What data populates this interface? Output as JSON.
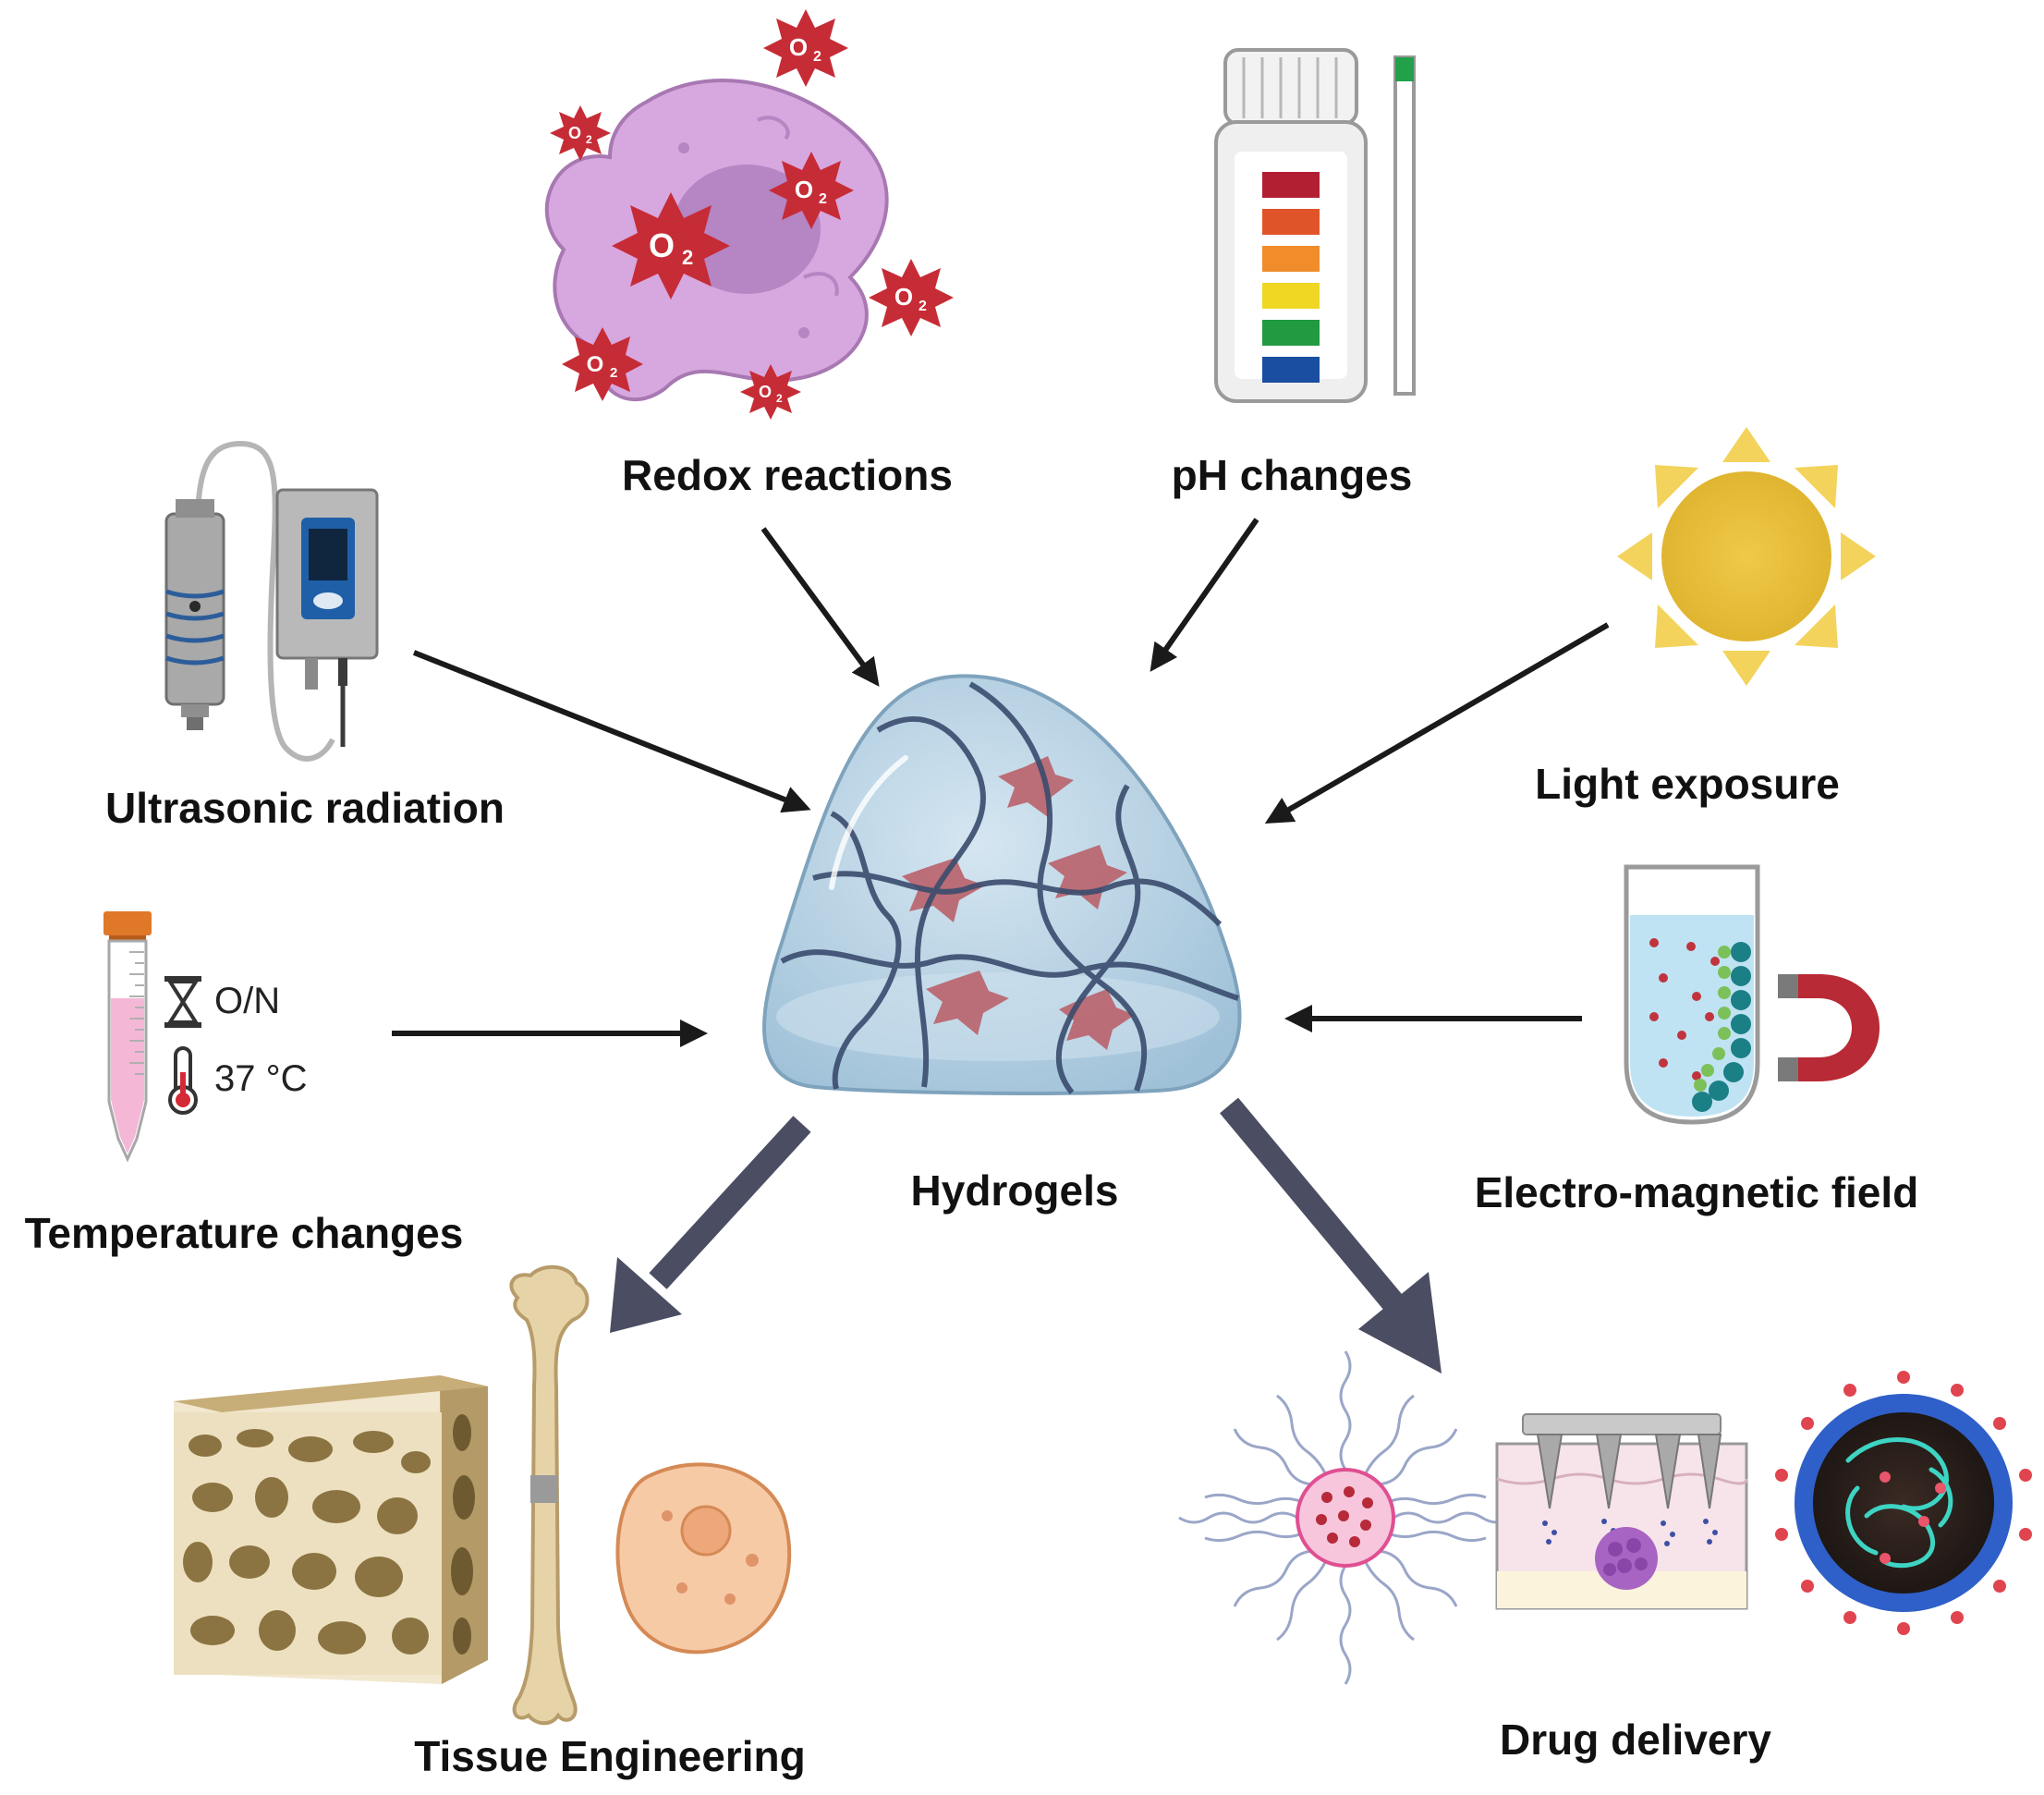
{
  "diagram": {
    "center": {
      "label": "Hydrogels"
    },
    "stimuli": [
      {
        "id": "redox",
        "label": "Redox reactions",
        "icon": "cell-with-superoxide-icon"
      },
      {
        "id": "ph",
        "label": "pH changes",
        "icon": "ph-test-strip-bottle-icon"
      },
      {
        "id": "light",
        "label": "Light exposure",
        "icon": "sun-icon"
      },
      {
        "id": "ultrasonic",
        "label": "Ultrasonic radiation",
        "icon": "ultrasonic-device-icon"
      },
      {
        "id": "temperature",
        "label": "Temperature changes",
        "icon": "falcon-tube-icon"
      },
      {
        "id": "em",
        "label": "Electro-magnetic field",
        "icon": "magnet-test-tube-icon"
      }
    ],
    "temperature_conditions": {
      "time": "O/N",
      "temp": "37 °C"
    },
    "superoxide_symbol": "O",
    "superoxide_subscript": "2",
    "applications": [
      {
        "id": "tissue",
        "label": "Tissue Engineering"
      },
      {
        "id": "drug",
        "label": "Drug delivery"
      }
    ]
  },
  "colors": {
    "arrow_thin": "#1a1a1a",
    "arrow_thick": "#4b4d63",
    "hydrogel_fill": "#b7d3e6",
    "hydrogel_net": "#3a4c6e",
    "cell_red": "#b85a63",
    "redox_cell": "#d7a7df",
    "superoxide": "#c62c36",
    "sun": "#e8be3a",
    "sun_rays": "#f3d35c",
    "bone": "#e6d3a8",
    "nucleus_cell": "#f7caa6"
  }
}
